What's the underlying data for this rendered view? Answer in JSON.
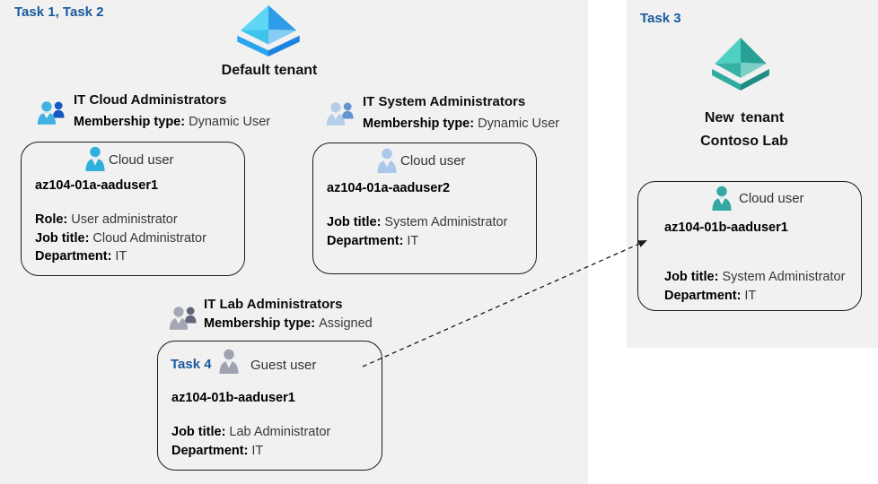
{
  "colors": {
    "panel_bg": "#f1f1f1",
    "task_label": "#175a9d",
    "box_border": "#1c1c1c",
    "arrow": "#1a1a1a",
    "azure_icon_blue": "#2f9ce9",
    "azure_icon_teal": "#27a095",
    "user_blue": "#30aede",
    "user_pale_blue": "#aac8e9",
    "user_gray": "#9fa3b1",
    "user_teal": "#31a8a2",
    "group_blue_front": "#41b1e1",
    "group_blue_back": "#1459c1",
    "group_pale_front": "#b4cde9",
    "group_pale_back": "#6493d2",
    "group_gray_front": "#a4a8b4",
    "group_gray_back": "#616678"
  },
  "left_panel": {
    "task_label": "Task 1, Task 2",
    "tenant": {
      "name": "Default tenant"
    },
    "groups": [
      {
        "name": "IT Cloud Administrators",
        "membership_label": "Membership type:",
        "membership_value": "Dynamic User"
      },
      {
        "name": "IT System Administrators",
        "membership_label": "Membership type:",
        "membership_value": "Dynamic User"
      },
      {
        "name": "IT Lab Administrators",
        "membership_label": "Membership type:",
        "membership_value": "Assigned"
      }
    ],
    "user_cards": [
      {
        "user_type": "Cloud user",
        "username": "az104-01a-aaduser1",
        "attributes": [
          {
            "label": "Role:",
            "value": "User administrator"
          },
          {
            "label": "Job title:",
            "value": "Cloud Administrator"
          },
          {
            "label": "Department:",
            "value": "IT"
          }
        ]
      },
      {
        "user_type": "Cloud user",
        "username": "az104-01a-aaduser2",
        "attributes": [
          {
            "label": "Job title:",
            "value": "System Administrator"
          },
          {
            "label": "Department:",
            "value": "IT"
          }
        ]
      },
      {
        "task_label": "Task 4",
        "user_type": "Guest user",
        "username": "az104-01b-aaduser1",
        "attributes": [
          {
            "label": "Job title:",
            "value": "Lab Administrator"
          },
          {
            "label": "Department:",
            "value": "IT"
          }
        ]
      }
    ]
  },
  "right_panel": {
    "task_label": "Task 3",
    "tenant": {
      "name_line1": "New tenant",
      "name_line2": "Contoso Lab"
    },
    "user_card": {
      "user_type": "Cloud user",
      "username": "az104-01b-aaduser1",
      "attributes": [
        {
          "label": "Job title:",
          "value": "System Administrator"
        },
        {
          "label": "Department:",
          "value": "IT"
        }
      ]
    }
  }
}
